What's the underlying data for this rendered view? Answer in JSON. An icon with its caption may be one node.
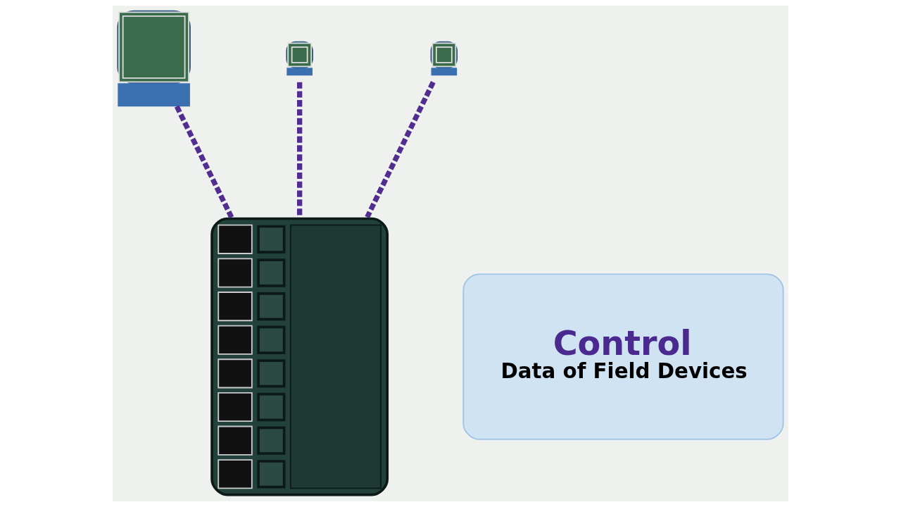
{
  "diagram": {
    "nodes": [
      {
        "text": [],
        "shape": "picture"
      },
      {
        "text": [],
        "shape": "picture"
      },
      {
        "text": [],
        "shape": "picture"
      },
      {
        "text": [],
        "shape": "picture"
      },
      {
        "text": [
          "Control",
          "Data of Field Devices"
        ]
      }
    ],
    "edges": [
      {
        "from": 0,
        "to": 3,
        "arrow": "none",
        "style": "dashed"
      },
      {
        "from": 1,
        "to": 3,
        "arrow": "none",
        "style": "dashed"
      },
      {
        "from": 2,
        "to": 3,
        "arrow": "none",
        "style": "dashed"
      }
    ]
  }
}
